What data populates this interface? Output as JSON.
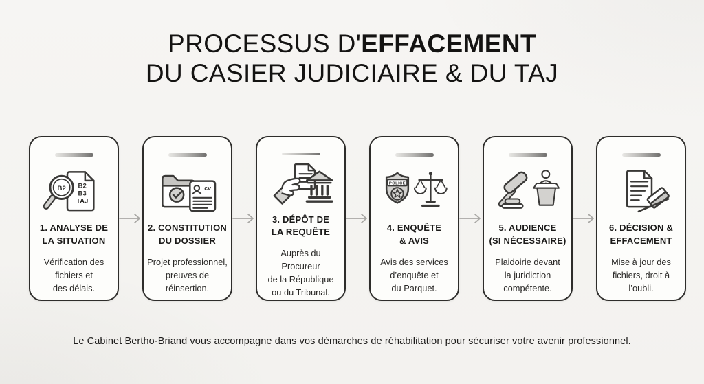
{
  "header": {
    "title_line1_regular": "PROCESSUS D'",
    "title_line1_bold": "EFFACEMENT",
    "title_line2": "DU CASIER JUDICIAIRE & DU TAJ"
  },
  "steps": [
    {
      "icon": "magnifier-b2-document-icon",
      "title": "1. ANALYSE DE\nLA SITUATION",
      "description": "Vérification des\nfichiers et\ndes délais.",
      "icon_texts": {
        "lens": "B2",
        "doc_line1": "B2",
        "doc_line2": "B3",
        "doc_line3": "TAJ"
      }
    },
    {
      "icon": "folder-check-cv-icon",
      "title": "2. CONSTITUTION\nDU DOSSIER",
      "description": "Projet professionnel,\npreuves de\nréinsertion.",
      "icon_texts": {
        "cv": "cv"
      }
    },
    {
      "icon": "hand-document-courthouse-icon",
      "title": "3. DÉPÔT DE\nLA REQUÊTE",
      "description": "Auprès du Procureur\nde la République\nou du Tribunal."
    },
    {
      "icon": "police-badge-scales-icon",
      "title": "4. ENQUÊTE\n& AVIS",
      "description": "Avis des services\nd’enquête et\ndu Parquet.",
      "icon_texts": {
        "badge": "POLICE"
      }
    },
    {
      "icon": "gavel-podium-icon",
      "title": "5. AUDIENCE\n(SI NÉCESSAIRE)",
      "description": "Plaidoirie devant\nla juridiction\ncompétente."
    },
    {
      "icon": "document-eraser-icon",
      "title": "6. DÉCISION &\nEFFACEMENT",
      "description": "Mise à jour des\nfichiers, droit à\nl’oubli."
    }
  ],
  "footer": {
    "text": "Le Cabinet Bertho-Briand vous accompagne dans vos démarches de réhabilitation pour sécuriser votre avenir professionnel."
  },
  "colors": {
    "background": "#f5f4f1",
    "card_background": "#fdfdfb",
    "card_border": "#2e2d2b",
    "icon_fill": "#d3d2cf",
    "arrow": "#a8a7a4",
    "text_primary": "#171615",
    "accent_bar_dark": "#6f6e6c"
  }
}
